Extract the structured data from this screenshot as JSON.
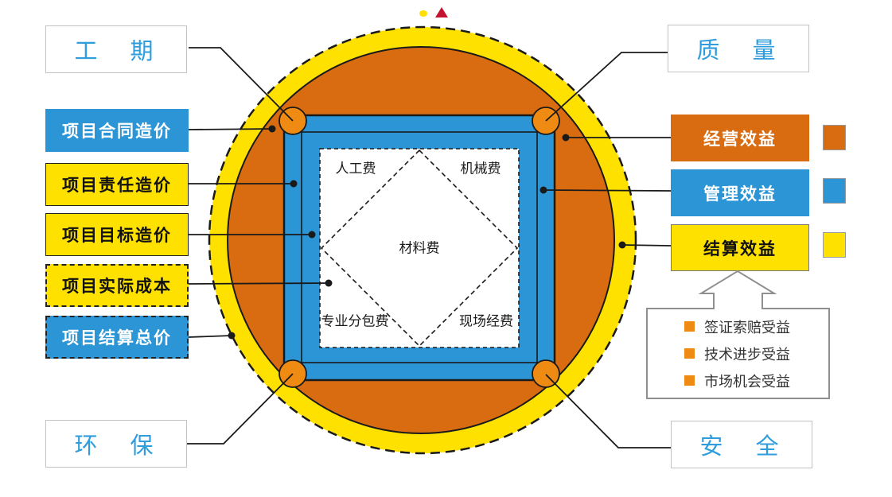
{
  "colors": {
    "blue": "#2B95D6",
    "yellow": "#FFE100",
    "orange": "#D96C10",
    "orange-bright": "#EF8A13",
    "label-blue": "#2F9CDC",
    "line": "#1A1A1A",
    "logo-red": "#C41230"
  },
  "corner_labels": {
    "duration": "工　期",
    "quality": "质　量",
    "environment": "环　保",
    "safety": "安　全"
  },
  "left_boxes": [
    {
      "label": "项目合同造价"
    },
    {
      "label": "项目责任造价"
    },
    {
      "label": "项目目标造价"
    },
    {
      "label": "项目实际成本"
    },
    {
      "label": "项目结算总价"
    }
  ],
  "right_boxes": [
    {
      "label": "经营效益"
    },
    {
      "label": "管理效益"
    },
    {
      "label": "结算效益"
    }
  ],
  "cost_labels": {
    "labor": "人工费",
    "machinery": "机械费",
    "material": "材料费",
    "subcontract": "专业分包费",
    "site": "现场经费"
  },
  "benefit_items": [
    {
      "label": "签证索赔受益"
    },
    {
      "label": "技术进步受益"
    },
    {
      "label": "市场机会受益"
    }
  ]
}
